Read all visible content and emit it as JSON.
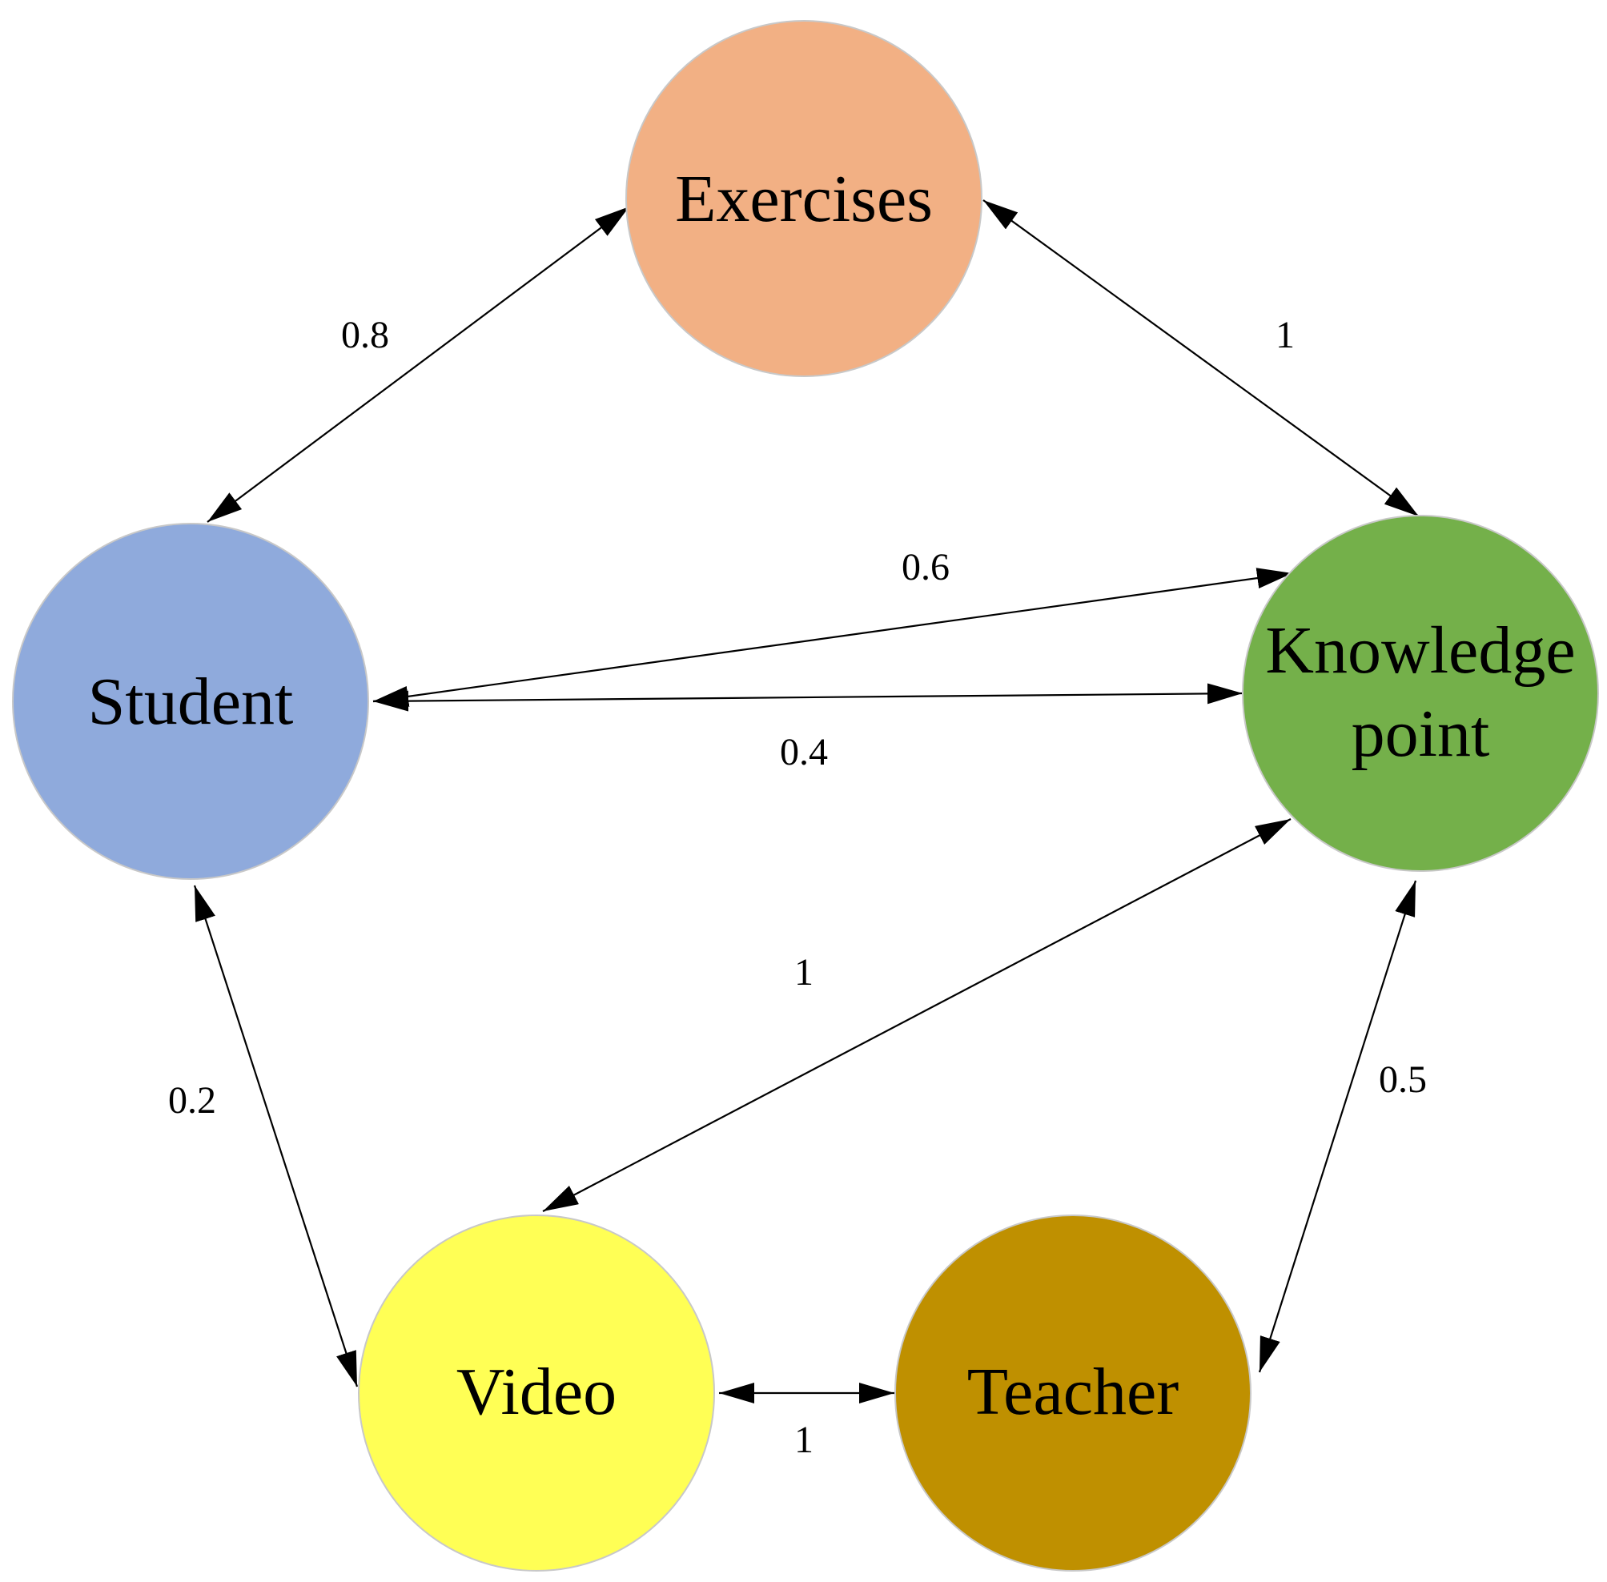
{
  "nodes": [
    {
      "id": "exercises",
      "lines": [
        "Exercises"
      ],
      "color": "#f2b084"
    },
    {
      "id": "student",
      "lines": [
        "Student"
      ],
      "color": "#8faadc"
    },
    {
      "id": "knowledge",
      "lines": [
        "Knowledge",
        "point"
      ],
      "color": "#74b04a"
    },
    {
      "id": "video",
      "lines": [
        "Video"
      ],
      "color": "#ffff55"
    },
    {
      "id": "teacher",
      "lines": [
        "Teacher"
      ],
      "color": "#bf9000"
    }
  ],
  "edges": [
    {
      "id": "exercises-student",
      "label": "0.8"
    },
    {
      "id": "exercises-knowledge",
      "label": "1"
    },
    {
      "id": "student-knowledge-upper",
      "label": "0.6"
    },
    {
      "id": "student-knowledge-lower",
      "label": "0.4"
    },
    {
      "id": "video-knowledge",
      "label": "1"
    },
    {
      "id": "student-video",
      "label": "0.2"
    },
    {
      "id": "teacher-knowledge",
      "label": "0.5"
    },
    {
      "id": "video-teacher",
      "label": "1"
    }
  ]
}
